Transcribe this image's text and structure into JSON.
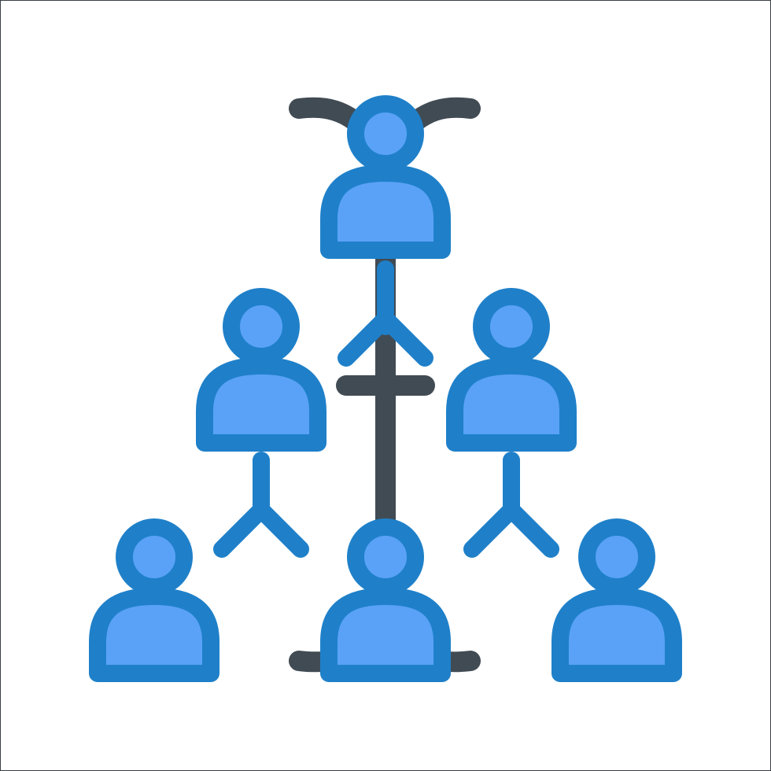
{
  "icon": {
    "name": "referral-network-hierarchy-icon",
    "colors": {
      "background": "#ffffff",
      "border": "#3a3f44",
      "outline_blue": "#1f80c9",
      "fill_blue": "#5aa2f7",
      "connector_dark": "#414b54"
    },
    "people": [
      {
        "id": "top"
      },
      {
        "id": "mid-left"
      },
      {
        "id": "mid-right"
      },
      {
        "id": "bottom-left"
      },
      {
        "id": "bottom-center"
      },
      {
        "id": "bottom-right"
      }
    ]
  }
}
